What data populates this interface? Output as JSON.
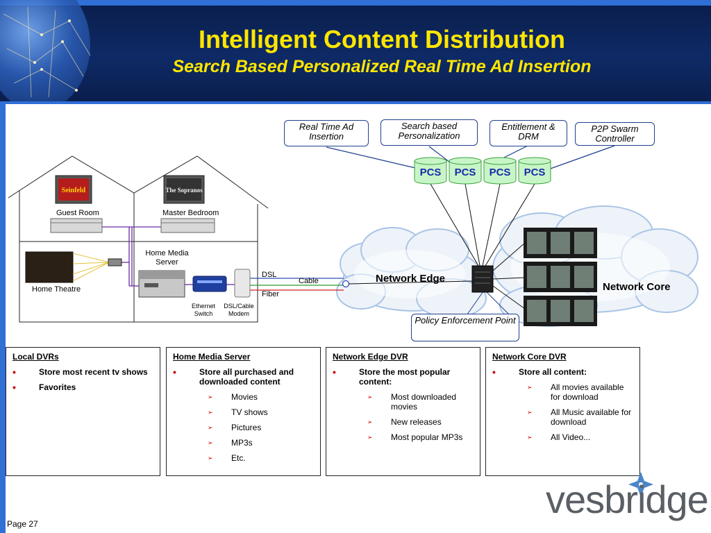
{
  "slide": {
    "title": "Intelligent Content Distribution",
    "subtitle": "Search Based Personalized Real Time Ad Insertion",
    "page": "Page 27"
  },
  "callouts": {
    "real_time_ad": "Real Time Ad Insertion",
    "search_personalization": "Search based Personalization",
    "entitlement": "Entitlement & DRM",
    "p2p": "P2P Swarm Controller",
    "policy": "Policy Enforcement Point"
  },
  "pcs_label": "PCS",
  "house": {
    "guest_room": "Guest Room",
    "master_bedroom": "Master Bedroom",
    "home_media_server": "Home Media Server",
    "home_theatre": "Home Theatre",
    "ethernet_switch": "Ethernet Switch",
    "dsl_modem": "DSL/Cable Modem",
    "tv1_text": "Seinfeld",
    "tv2_text": "The Sopranos"
  },
  "links": {
    "dsl": "DSL",
    "cable": "Cable",
    "fiber": "Fiber"
  },
  "network": {
    "edge": "Network Edge",
    "core": "Network Core"
  },
  "boxes": [
    {
      "title": "Local DVRs",
      "bullets": [
        {
          "text": "Store most recent tv shows",
          "sub": []
        },
        {
          "text": "Favorites",
          "sub": []
        }
      ]
    },
    {
      "title": "Home Media Server",
      "bullets": [
        {
          "text": "Store all purchased and downloaded content",
          "sub": [
            "Movies",
            "TV shows",
            "Pictures",
            "MP3s",
            "Etc."
          ]
        }
      ]
    },
    {
      "title": "Network Edge DVR",
      "bullets": [
        {
          "text": "Store the most popular content:",
          "sub": [
            "Most downloaded movies",
            "New releases",
            "Most popular MP3s"
          ]
        }
      ]
    },
    {
      "title": "Network Core DVR",
      "bullets": [
        {
          "text": "Store all content:",
          "sub": [
            "All movies available for download",
            "All Music available for download",
            "All Video..."
          ]
        }
      ]
    }
  ],
  "logo": {
    "text": "vesbridge"
  },
  "icons": [
    "globe-graphic",
    "tv-icon",
    "dvr-icon",
    "projector-icon",
    "server-icon",
    "switch-icon",
    "modem-icon",
    "router-icon",
    "database-icon",
    "server-rack-icon",
    "cloud-icon",
    "compass-logo-icon"
  ],
  "colors": {
    "header_bg": "#0e2a66",
    "title": "#ffe600",
    "accent": "#2f6fd6",
    "pcs": "#c8f5c8",
    "bullet": "#cc0000"
  }
}
